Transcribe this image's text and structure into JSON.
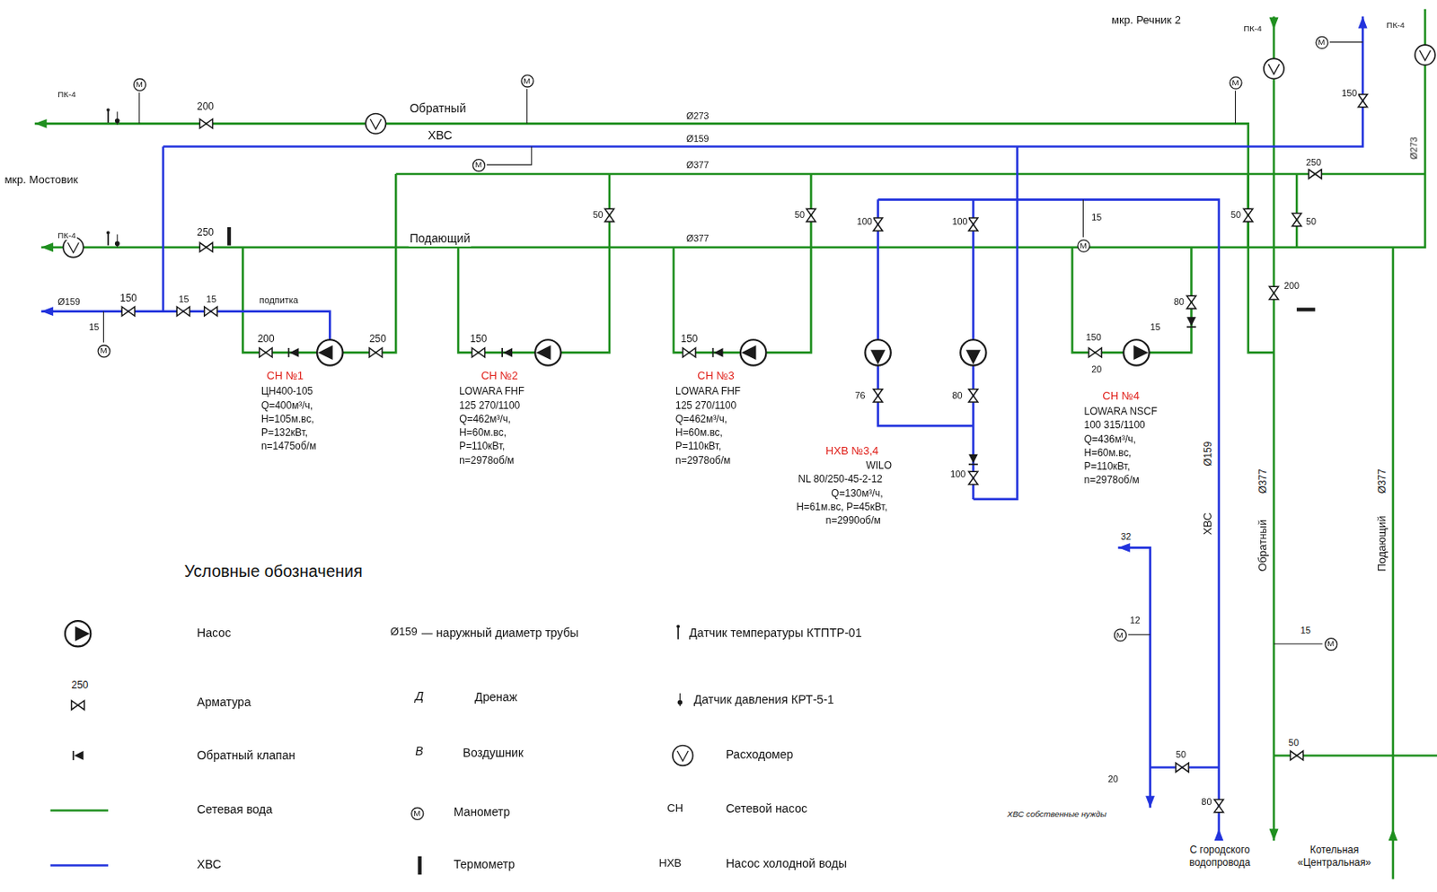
{
  "diagram": {
    "nodes": [
      {
        "text": [
          "М"
        ]
      },
      {
        "text": [
          "М"
        ]
      },
      {
        "text": [
          "М"
        ]
      },
      {
        "text": [
          "М"
        ]
      },
      {
        "text": [
          "М"
        ]
      },
      {
        "text": [
          "М"
        ]
      },
      {
        "text": [
          "М"
        ]
      },
      {
        "text": [
          "М"
        ]
      },
      {
        "text": [
          "М"
        ]
      },
      {
        "text": [
          "М"
        ]
      }
    ],
    "labels": [
      "ПК-4",
      "200",
      "Обратный",
      "ХВС",
      "Ø273",
      "Ø159",
      "Ø377",
      "мкр. Мостовик",
      "ПК-4",
      "250",
      "Подающий",
      "Ø377",
      "Ø159",
      "150",
      "15",
      "15",
      "подпитка",
      "15",
      "200",
      "250",
      "150",
      "150",
      "СН №1",
      "ЦН400-105",
      "Q=400м³/ч,",
      "H=105м.вс,",
      "P=132кВт,",
      "n=1475об/м",
      "СН №2",
      "LOWARA FHF",
      "125 270/1100",
      "Q=462м³/ч,",
      "H=60м.вс,",
      "P=110кВт,",
      "n=2978об/м",
      "СН №3",
      "LOWARA FHF",
      "125 270/1100",
      "Q=462м³/ч,",
      "H=60м.вс,",
      "P=110кВт,",
      "n=2978об/м",
      "НХВ №3,4",
      "WILO",
      "NL 80/250-45-2-12",
      "Q=130м³/ч,",
      "H=61м.вс, P=45кВт,",
      "n=2990об/м",
      "СН №4",
      "LOWARA NSCF",
      "100 315/1100",
      "Q=436м³/ч,",
      "H=60м.вс,",
      "P=110кВт,",
      "n=2978об/м",
      "76",
      "80",
      "100",
      "100",
      "100",
      "50",
      "50",
      "15",
      "80",
      "150",
      "15",
      "20",
      "50",
      "250",
      "50",
      "200",
      "мкр. Речник 2",
      "ПК-4",
      "150",
      "ПК-4",
      "Ø273",
      "ХВС",
      "Ø159",
      "Обратный",
      "Ø377",
      "Подающий",
      "Ø377",
      "32",
      "12",
      "50",
      "20",
      "80",
      "15",
      "50",
      "С городского водопровода",
      "Котельная «Центральная»",
      "ХВС собственные нужды",
      "Условные обозначения",
      "250",
      "Ø159",
      "Д",
      "В",
      "СН",
      "НХВ"
    ],
    "legend": [
      {
        "text": "Насос"
      },
      {
        "text": "Арматура"
      },
      {
        "text": "Обратный клапан"
      },
      {
        "text": "Сетевая вода"
      },
      {
        "text": "ХВС"
      },
      {
        "text": "наружный диаметр трубы"
      },
      {
        "text": "Дренаж"
      },
      {
        "text": "Воздушник"
      },
      {
        "text": "Манометр"
      },
      {
        "text": "Термометр"
      },
      {
        "text": "Датчик температуры КТПТР-01"
      },
      {
        "text": "Датчик давления КРТ-5-1"
      },
      {
        "text": "Расходомер"
      },
      {
        "text": "Сетевой насос"
      },
      {
        "text": "Насос холодной воды"
      }
    ]
  }
}
